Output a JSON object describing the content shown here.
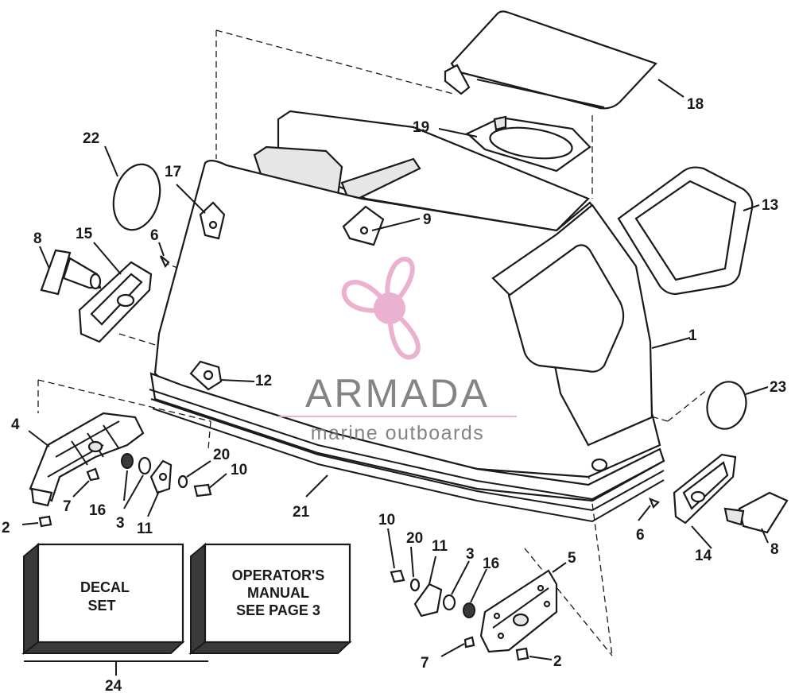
{
  "callouts": [
    {
      "id": "c1",
      "text": "1"
    },
    {
      "id": "c2a",
      "text": "2"
    },
    {
      "id": "c2b",
      "text": "2"
    },
    {
      "id": "c3a",
      "text": "3"
    },
    {
      "id": "c3b",
      "text": "3"
    },
    {
      "id": "c4",
      "text": "4"
    },
    {
      "id": "c5",
      "text": "5"
    },
    {
      "id": "c6a",
      "text": "6"
    },
    {
      "id": "c6b",
      "text": "6"
    },
    {
      "id": "c7a",
      "text": "7"
    },
    {
      "id": "c7b",
      "text": "7"
    },
    {
      "id": "c8a",
      "text": "8"
    },
    {
      "id": "c8b",
      "text": "8"
    },
    {
      "id": "c9",
      "text": "9"
    },
    {
      "id": "c10a",
      "text": "10"
    },
    {
      "id": "c10b",
      "text": "10"
    },
    {
      "id": "c11a",
      "text": "11"
    },
    {
      "id": "c11b",
      "text": "11"
    },
    {
      "id": "c12",
      "text": "12"
    },
    {
      "id": "c13",
      "text": "13"
    },
    {
      "id": "c14",
      "text": "14"
    },
    {
      "id": "c15",
      "text": "15"
    },
    {
      "id": "c16a",
      "text": "16"
    },
    {
      "id": "c16b",
      "text": "16"
    },
    {
      "id": "c17",
      "text": "17"
    },
    {
      "id": "c18",
      "text": "18"
    },
    {
      "id": "c19",
      "text": "19"
    },
    {
      "id": "c20a",
      "text": "20"
    },
    {
      "id": "c20b",
      "text": "20"
    },
    {
      "id": "c21",
      "text": "21"
    },
    {
      "id": "c22",
      "text": "22"
    },
    {
      "id": "c23",
      "text": "23"
    },
    {
      "id": "c24",
      "text": "24"
    }
  ],
  "boxes": {
    "decal": {
      "line1": "DECAL",
      "line2": "SET"
    },
    "manual": {
      "line1": "OPERATOR'S",
      "line2": "MANUAL",
      "line3": "SEE PAGE 3"
    }
  },
  "watermark": {
    "title": "ARMADA",
    "subtitle": "marine outboards",
    "color": "#e9a9cb",
    "text_color": "#777777"
  }
}
